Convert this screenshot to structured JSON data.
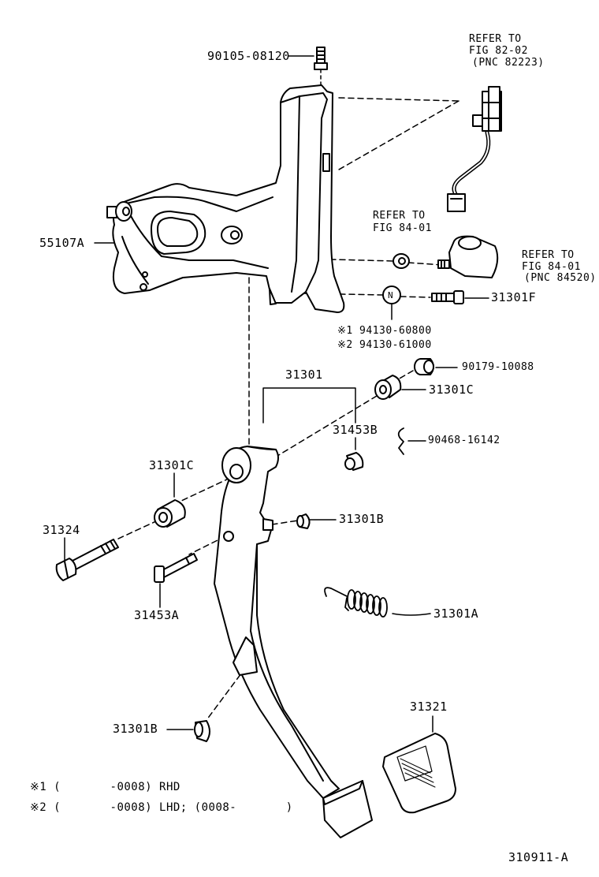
{
  "labels": {
    "bolt_top": "90105-08120",
    "refer_82_l1": "REFER TO",
    "refer_82_l2": "FIG 82-02",
    "refer_82_l3": "(PNC 82223)",
    "bracket": "55107A",
    "refer_84a_l1": "REFER TO",
    "refer_84a_l2": "FIG 84-01",
    "refer_84b_l1": "REFER TO",
    "refer_84b_l2": "FIG 84-01",
    "refer_84b_l3": "(PNC 84520)",
    "bolt_31301F": "31301F",
    "nut_note1": "※1 94130-60800",
    "nut_note2": "※2 94130-61000",
    "nut_mark": "N",
    "assy_31301": "31301",
    "bushing_90179": "90179-10088",
    "collar_31301C_r": "31301C",
    "pin_31453B": "31453B",
    "clip_90468": "90468-16142",
    "collar_31301C_l": "31301C",
    "bolt_31324": "31324",
    "cushion_31301B_top": "31301B",
    "pin_31453A": "31453A",
    "spring_31301A": "31301A",
    "pad_31321": "31321",
    "cushion_31301B_bot": "31301B",
    "foot1": "※1 (       -0008) RHD",
    "foot2": "※2 (       -0008) LHD; (0008-       )",
    "figure_code": "310911-A"
  }
}
